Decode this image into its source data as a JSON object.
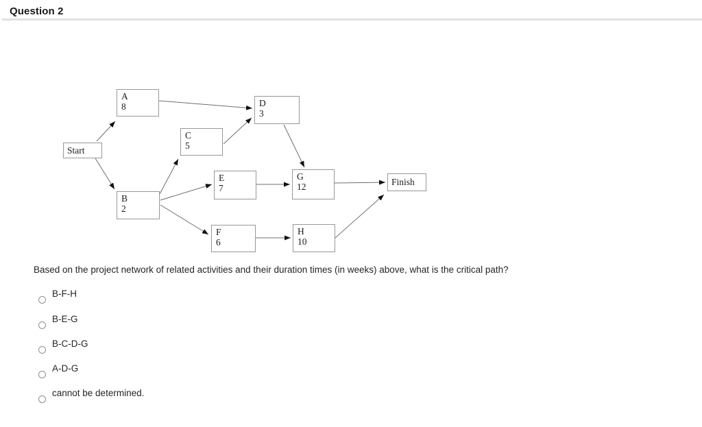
{
  "header": {
    "title": "Question 2"
  },
  "question": {
    "text": "Based on the project network of related activities and their duration times (in weeks) above, what is the critical path?"
  },
  "options": [
    {
      "label": "B-F-H"
    },
    {
      "label": "B-E-G"
    },
    {
      "label": "B-C-D-G"
    },
    {
      "label": "A-D-G"
    },
    {
      "label": "cannot be determined."
    }
  ],
  "diagram": {
    "nodes": [
      {
        "id": "start",
        "label": "Start"
      },
      {
        "id": "A",
        "label": "A",
        "duration": "8"
      },
      {
        "id": "B",
        "label": "B",
        "duration": "2"
      },
      {
        "id": "C",
        "label": "C",
        "duration": "5"
      },
      {
        "id": "D",
        "label": "D",
        "duration": "3"
      },
      {
        "id": "E",
        "label": "E",
        "duration": "7"
      },
      {
        "id": "F",
        "label": "F",
        "duration": "6"
      },
      {
        "id": "G",
        "label": "G",
        "duration": "12"
      },
      {
        "id": "H",
        "label": "H",
        "duration": "10"
      },
      {
        "id": "finish",
        "label": "Finish"
      }
    ],
    "edges": [
      "Start-A",
      "Start-B",
      "A-D",
      "B-C",
      "B-E",
      "B-F",
      "C-D",
      "D-G",
      "E-G",
      "F-H",
      "G-Finish",
      "H-Finish"
    ],
    "colors": {
      "box_border": "#979797",
      "edge_line": "#6e6e6e",
      "arrowhead": "#111111"
    }
  }
}
